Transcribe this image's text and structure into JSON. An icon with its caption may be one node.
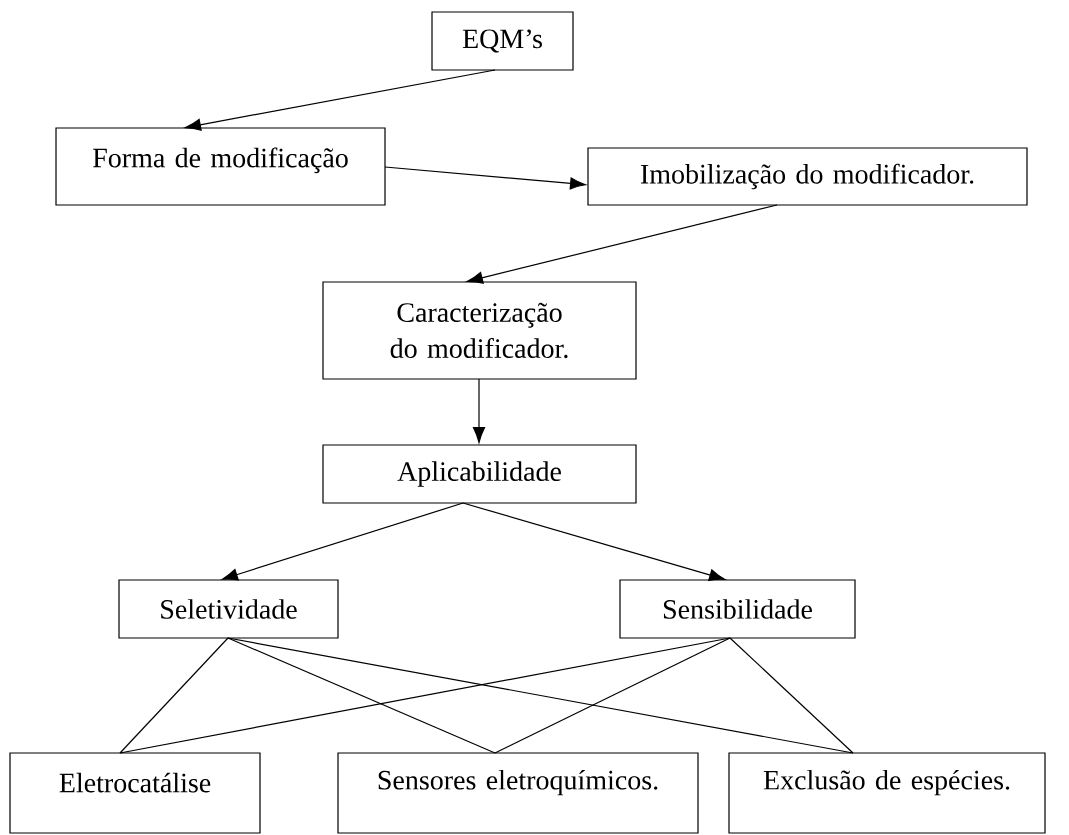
{
  "diagram": {
    "nodes": [
      {
        "text": [
          "EQM’s"
        ]
      },
      {
        "text": [
          "Forma de modificação"
        ]
      },
      {
        "text": [
          "Imobilização do modificador."
        ]
      },
      {
        "text": [
          "Caracterização do modificador."
        ]
      },
      {
        "text": [
          "Aplicabilidade"
        ]
      },
      {
        "text": [
          "Seletividade"
        ]
      },
      {
        "text": [
          "Sensibilidade"
        ]
      },
      {
        "text": [
          "Eletrocatálise"
        ]
      },
      {
        "text": [
          "Sensores eletroquímicos."
        ]
      },
      {
        "text": [
          "Exclusão de espécies."
        ]
      }
    ],
    "edges": [
      {
        "from": 0,
        "to": 1,
        "arrow": "to"
      },
      {
        "from": 1,
        "to": 2,
        "arrow": "to"
      },
      {
        "from": 2,
        "to": 3,
        "arrow": "to"
      },
      {
        "from": 3,
        "to": 4,
        "arrow": "to"
      },
      {
        "from": 4,
        "to": 5,
        "arrow": "to"
      },
      {
        "from": 4,
        "to": 6,
        "arrow": "to"
      },
      {
        "from": 5,
        "to": 7,
        "arrow": "none"
      },
      {
        "from": 5,
        "to": 8,
        "arrow": "none"
      },
      {
        "from": 5,
        "to": 9,
        "arrow": "none"
      },
      {
        "from": 6,
        "to": 7,
        "arrow": "none"
      },
      {
        "from": 6,
        "to": 8,
        "arrow": "none"
      },
      {
        "from": 6,
        "to": 9,
        "arrow": "none"
      }
    ]
  }
}
